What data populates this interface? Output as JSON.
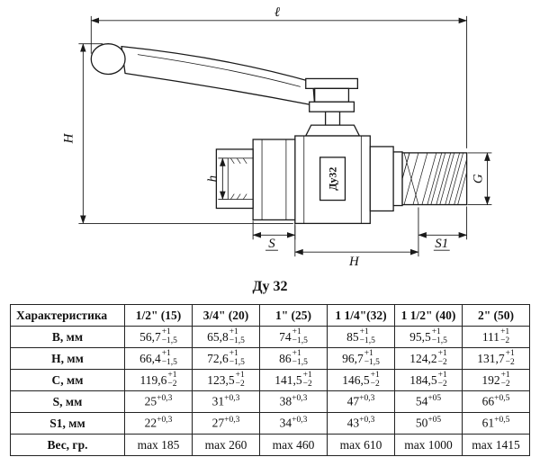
{
  "caption": "Ду 32",
  "drawing": {
    "body_marking": "Ду32",
    "labels": {
      "length": "ℓ",
      "height": "H",
      "bore": "h",
      "thread": "G",
      "left_hex": "S",
      "body_width": "H",
      "right_hex": "S1"
    }
  },
  "table": {
    "header": [
      "Характеристика",
      "1/2\" (15)",
      "3/4\" (20)",
      "1\" (25)",
      "1 1/4\"(32)",
      "1 1/2\" (40)",
      "2\" (50)"
    ],
    "rows": [
      {
        "label": "В, мм",
        "cells": [
          {
            "v": "56,7",
            "sup": "+1",
            "sub": "−1,5"
          },
          {
            "v": "65,8",
            "sup": "+1",
            "sub": "−1,5"
          },
          {
            "v": "74",
            "sup": "+1",
            "sub": "−1,5"
          },
          {
            "v": "85",
            "sup": "+1",
            "sub": "−1,5"
          },
          {
            "v": "95,5",
            "sup": "+1",
            "sub": "−1,5"
          },
          {
            "v": "111",
            "sup": "+1",
            "sub": "−2"
          }
        ]
      },
      {
        "label": "Н, мм",
        "cells": [
          {
            "v": "66,4",
            "sup": "+1",
            "sub": "−1,5"
          },
          {
            "v": "72,6",
            "sup": "+1",
            "sub": "−1,5"
          },
          {
            "v": "86",
            "sup": "+1",
            "sub": "−1,5"
          },
          {
            "v": "96,7",
            "sup": "+1",
            "sub": "−1,5"
          },
          {
            "v": "124,2",
            "sup": "+1",
            "sub": "−2"
          },
          {
            "v": "131,7",
            "sup": "+1",
            "sub": "−2"
          }
        ]
      },
      {
        "label": "С, мм",
        "cells": [
          {
            "v": "119,6",
            "sup": "+1",
            "sub": "−2"
          },
          {
            "v": "123,5",
            "sup": "+1",
            "sub": "−2"
          },
          {
            "v": "141,5",
            "sup": "+1",
            "sub": "−2"
          },
          {
            "v": "146,5",
            "sup": "+1",
            "sub": "−2"
          },
          {
            "v": "184,5",
            "sup": "+1",
            "sub": "−2"
          },
          {
            "v": "192",
            "sup": "+1",
            "sub": "−2"
          }
        ]
      },
      {
        "label": "S, мм",
        "cells": [
          {
            "v": "25",
            "sup": "+0,3"
          },
          {
            "v": "31",
            "sup": "+0,3"
          },
          {
            "v": "38",
            "sup": "+0,3"
          },
          {
            "v": "47",
            "sup": "+0,3"
          },
          {
            "v": "54",
            "sup": "+05"
          },
          {
            "v": "66",
            "sup": "+0,5"
          }
        ]
      },
      {
        "label": "S1, мм",
        "cells": [
          {
            "v": "22",
            "sup": "+0,3"
          },
          {
            "v": "27",
            "sup": "+0,3"
          },
          {
            "v": "34",
            "sup": "+0,3"
          },
          {
            "v": "43",
            "sup": "+0,3"
          },
          {
            "v": "50",
            "sup": "+05"
          },
          {
            "v": "61",
            "sup": "+0,5"
          }
        ]
      },
      {
        "label": "Вес, гр.",
        "cells": [
          {
            "v": "max 185"
          },
          {
            "v": "max 260"
          },
          {
            "v": "max 460"
          },
          {
            "v": "max 610"
          },
          {
            "v": "max 1000"
          },
          {
            "v": "max 1415"
          }
        ]
      }
    ]
  }
}
